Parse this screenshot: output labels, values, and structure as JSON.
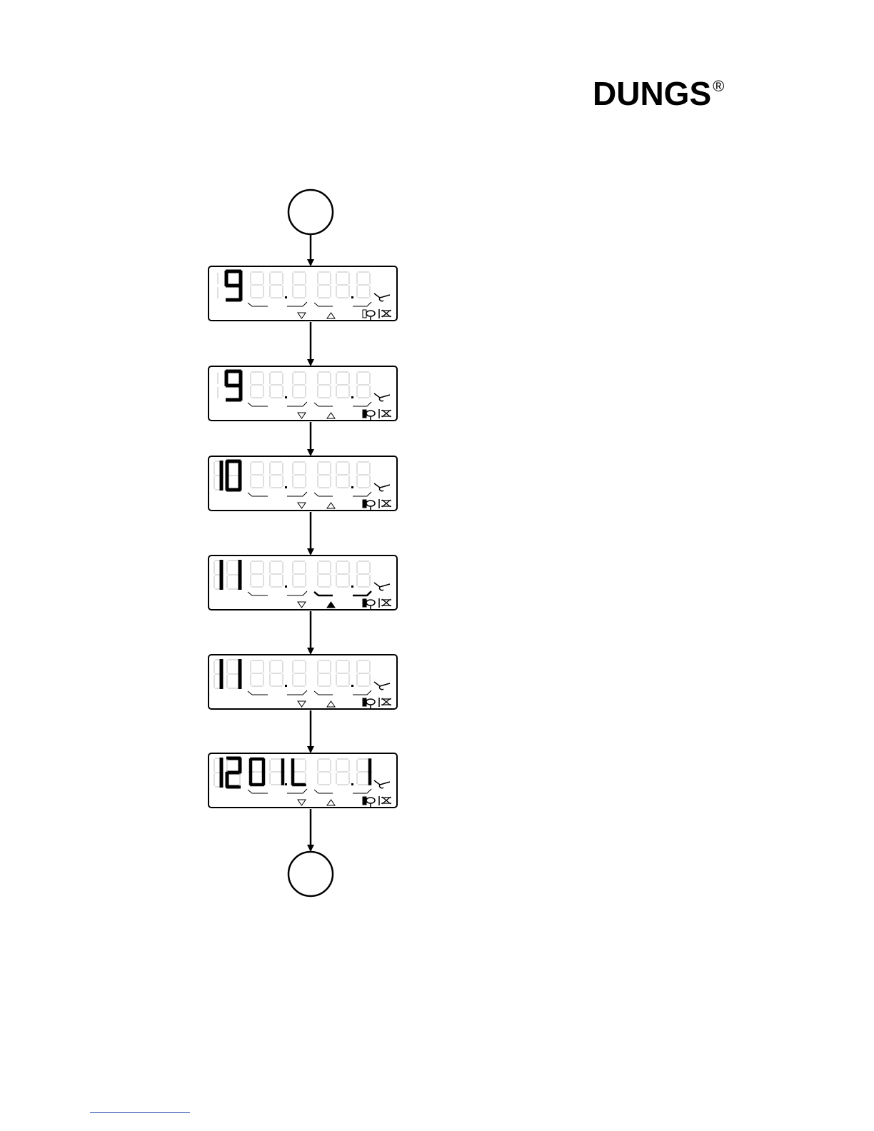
{
  "header": {
    "brand": "DUNGS",
    "brand_mark": "®"
  },
  "colors": {
    "ink": "#000000",
    "ghost": "#bfbfbf",
    "footer_rule": "#1a3faa"
  },
  "icons": [
    "wrench-icon",
    "flame-icon",
    "crossed-flame-icon",
    "down-triangle-icon",
    "up-triangle-icon"
  ],
  "displays": [
    {
      "step": "9",
      "step_ghost_ones": true,
      "digits": [
        "",
        "",
        "",
        "",
        "",
        ""
      ],
      "up_filled": false,
      "right_segments_bold": false
    },
    {
      "step": "9",
      "step_ghost_ones": true,
      "digits": [
        "",
        "",
        "",
        "",
        "",
        ""
      ],
      "up_filled": false,
      "right_segments_bold": false
    },
    {
      "step": "10",
      "step_ghost_ones": false,
      "digits": [
        "",
        "",
        "",
        "",
        "",
        ""
      ],
      "up_filled": false,
      "right_segments_bold": false
    },
    {
      "step": "11",
      "step_ghost_ones": false,
      "digits": [
        "",
        "",
        "",
        "",
        "",
        ""
      ],
      "up_filled": true,
      "right_segments_bold": true
    },
    {
      "step": "11",
      "step_ghost_ones": false,
      "digits": [
        "",
        "",
        "",
        "",
        "",
        ""
      ],
      "up_filled": false,
      "right_segments_bold": false
    },
    {
      "step": "12",
      "step_ghost_ones": false,
      "digits": [
        "0",
        "1",
        "L",
        "",
        "",
        "1"
      ],
      "up_filled": false,
      "right_segments_bold": false
    }
  ]
}
